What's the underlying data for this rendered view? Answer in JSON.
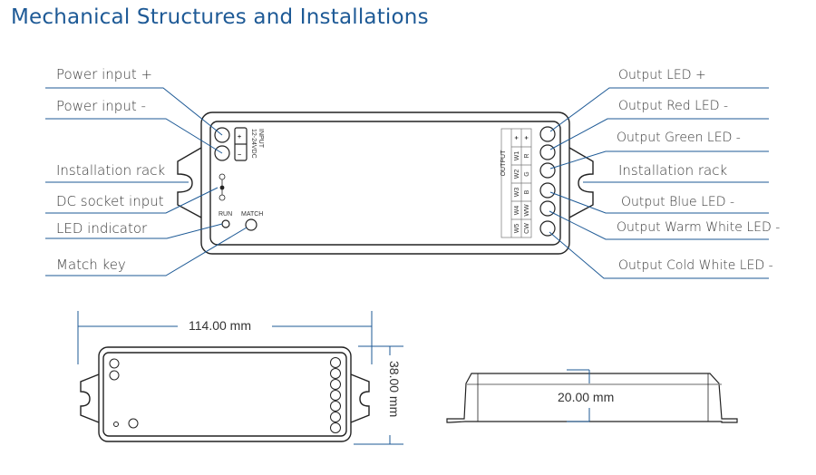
{
  "title": "Mechanical Structures and Installations",
  "left_labels": [
    "Power input +",
    "Power input -",
    "Installation rack",
    "DC socket input",
    "LED indicator",
    "Match key"
  ],
  "right_labels": [
    "Output LED +",
    "Output Red LED -",
    "Output Green LED -",
    "Installation rack",
    "Output Blue LED -",
    "Output Warm White LED -",
    "Output Cold White LED -"
  ],
  "device": {
    "input_title": "INPUT",
    "input_voltage": "12-24VDC",
    "input_plus": "+",
    "input_minus": "−",
    "run_label": "RUN",
    "match_label": "MATCH",
    "output_title": "OUTPUT",
    "output_col1": [
      "+",
      "W1",
      "W2",
      "W3",
      "W4",
      "W5"
    ],
    "output_col2": [
      "+",
      "R",
      "G",
      "B",
      "WW",
      "CW"
    ]
  },
  "dimensions": {
    "length": "114.00 mm",
    "width": "38.00 mm",
    "height": "20.00 mm"
  },
  "colors": {
    "title": "#1e5a96",
    "leader_line": "#1e5a96",
    "outline": "#222222"
  }
}
